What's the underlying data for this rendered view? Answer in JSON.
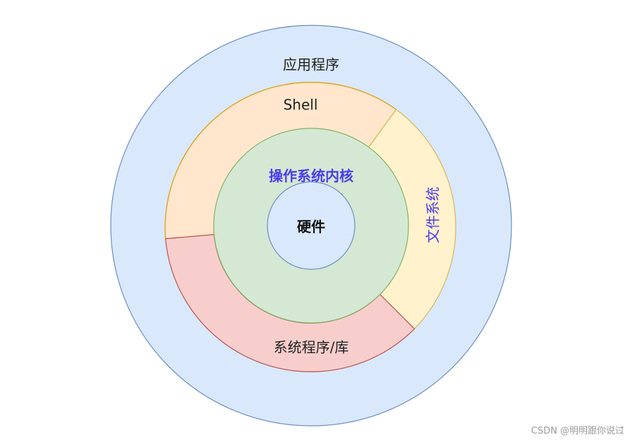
{
  "layers": {
    "applications": {
      "label": "应用程序",
      "fill": "#dae8fc",
      "stroke": "#6c8ebf"
    },
    "shell": {
      "label": "Shell",
      "fill": "#ffe6cc",
      "stroke": "#d79b00"
    },
    "file_system": {
      "label": "文件系统",
      "fill": "#fff2cc",
      "stroke": "#d6b656"
    },
    "system_libs": {
      "label": "系统程序/库",
      "fill": "#f8cecc",
      "stroke": "#b85450"
    },
    "kernel": {
      "label": "操作系统内核",
      "fill": "#d5e8d4",
      "stroke": "#82b366",
      "label_color": "#4a3cf0"
    },
    "hardware": {
      "label": "硬件",
      "fill": "#dae8fc",
      "stroke": "#6c8ebf"
    }
  },
  "watermark": "CSDN @明明跟你说过"
}
